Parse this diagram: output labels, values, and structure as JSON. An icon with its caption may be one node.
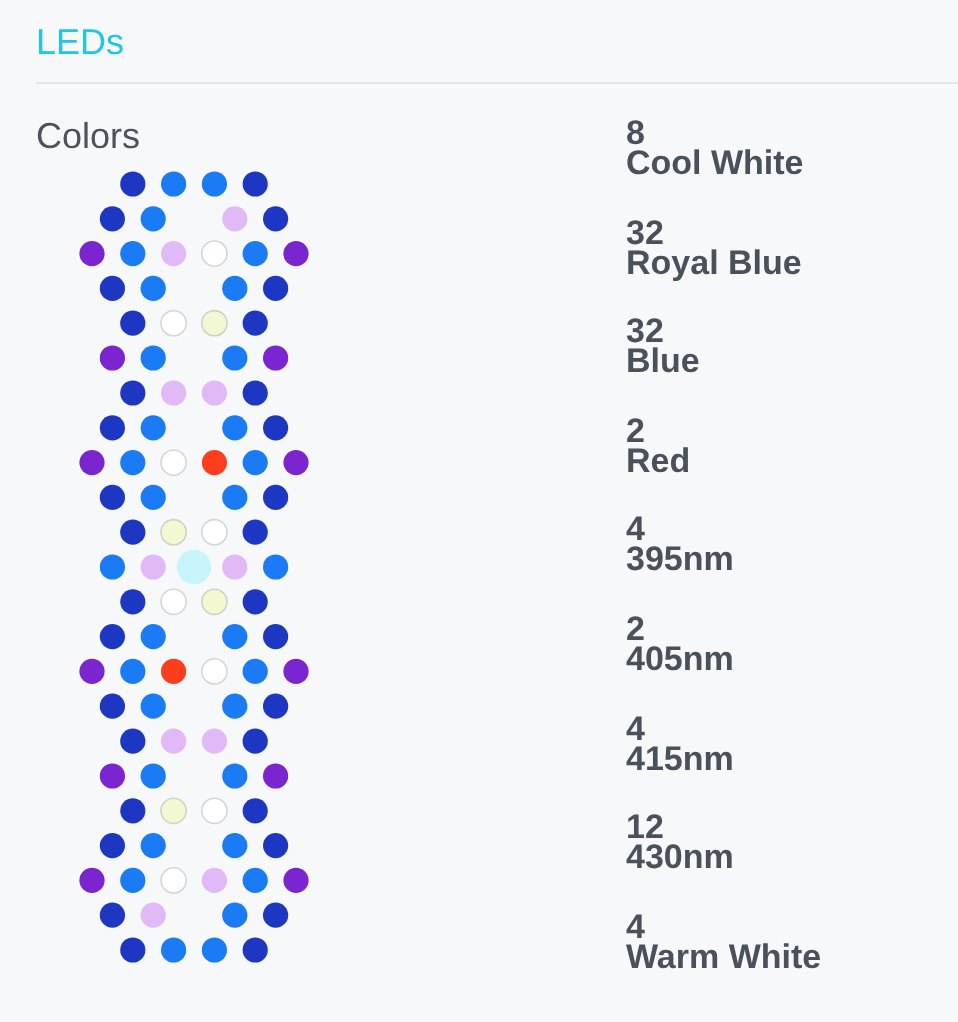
{
  "diagram": {
    "title": "LEDs",
    "labels": [
      "Colors",
      "8",
      "Cool White",
      "32",
      "Royal Blue",
      "32",
      "Blue",
      "2",
      "Red",
      "4",
      "395nm",
      "2",
      "405nm",
      "4",
      "415nm",
      "12",
      "430nm",
      "4",
      "Warm White"
    ]
  }
}
